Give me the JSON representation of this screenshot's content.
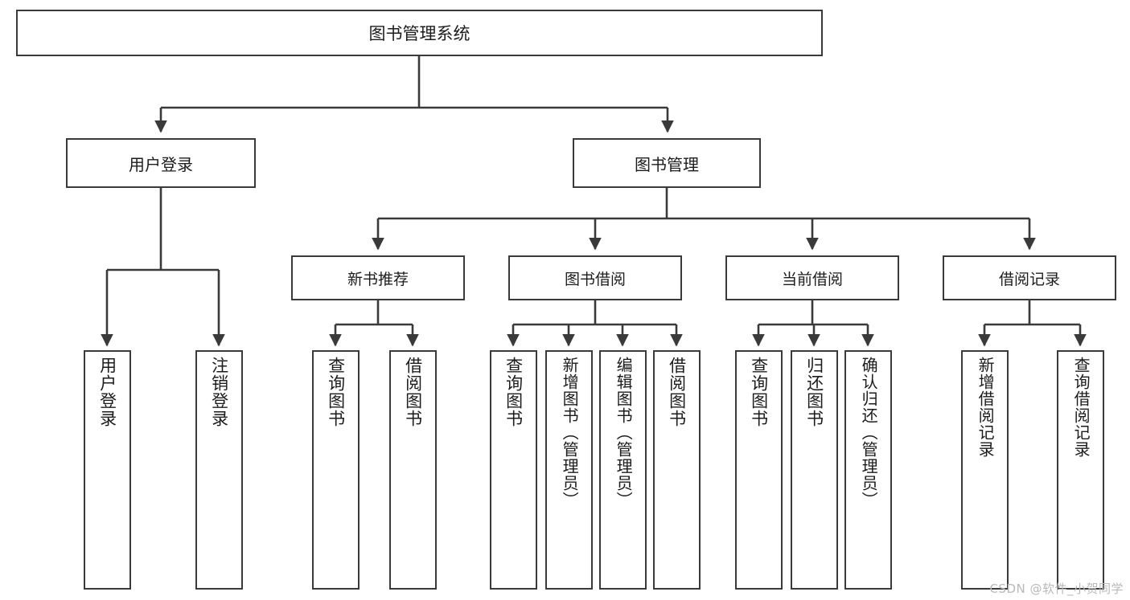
{
  "diagram": {
    "title": "图书管理系统",
    "type": "tree",
    "watermark": "CSDN @软件_小贺同学",
    "colors": {
      "box_border": "#3a3a3a",
      "box_fill": "#ffffff",
      "connector": "#3a3a3a",
      "text": "#1c1c1c",
      "watermark": "#b9b9b9"
    },
    "root": {
      "label": "图书管理系统"
    },
    "level2": [
      {
        "label": "用户登录"
      },
      {
        "label": "图书管理"
      }
    ],
    "level3": [
      {
        "label": "新书推荐"
      },
      {
        "label": "图书借阅"
      },
      {
        "label": "当前借阅"
      },
      {
        "label": "借阅记录"
      }
    ],
    "leaves": {
      "user_login": [
        {
          "label": "用户登录"
        },
        {
          "label": "注销登录"
        }
      ],
      "new_book": [
        {
          "label": "查询图书"
        },
        {
          "label": "借阅图书"
        }
      ],
      "book_borrow": [
        {
          "label": "查询图书"
        },
        {
          "label": "新增图书（管理员）"
        },
        {
          "label": "编辑图书（管理员）"
        },
        {
          "label": "借阅图书"
        }
      ],
      "current_borrow": [
        {
          "label": "查询图书"
        },
        {
          "label": "归还图书"
        },
        {
          "label": "确认归还（管理员）"
        }
      ],
      "borrow_record": [
        {
          "label": "新增借阅记录"
        },
        {
          "label": "查询借阅记录"
        }
      ]
    }
  }
}
